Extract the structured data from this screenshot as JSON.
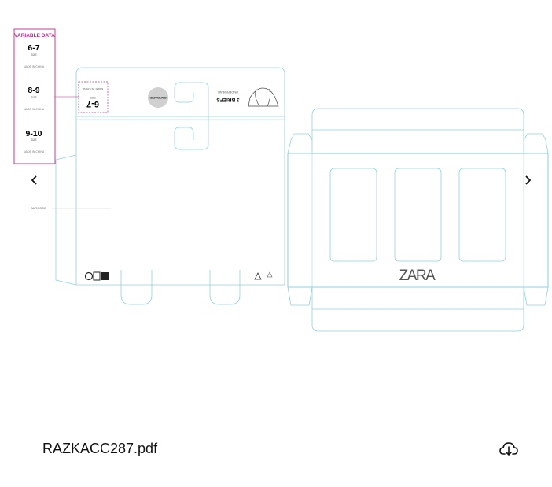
{
  "file": {
    "name": "RAZKACC287.pdf"
  },
  "variable_data": {
    "title": "VARIABLE DATA",
    "entries": [
      {
        "size": "6-7",
        "size_label": "SIZE",
        "origin": "MADE IN CHINA"
      },
      {
        "size": "8-9",
        "size_label": "SIZE",
        "origin": "MADE IN CHINA"
      },
      {
        "size": "9-10",
        "size_label": "SIZE",
        "origin": "MADE IN CHINA"
      }
    ]
  },
  "dieline": {
    "panel_size": "6-7",
    "panel_size_label": "SIZE",
    "panel_origin": "MADE IN CHINA",
    "brand_circle": "BARBARIE",
    "product_name": "3 BRIEFS",
    "product_category": "UNDERWEAR",
    "barcode_label": "BARCODE",
    "logo": "ZARA"
  },
  "colors": {
    "dieline": "#7fcbe0",
    "variable": "#c0288f"
  },
  "icons": {
    "prev": "chevron-left-icon",
    "next": "chevron-right-icon",
    "download": "cloud-download-icon"
  }
}
